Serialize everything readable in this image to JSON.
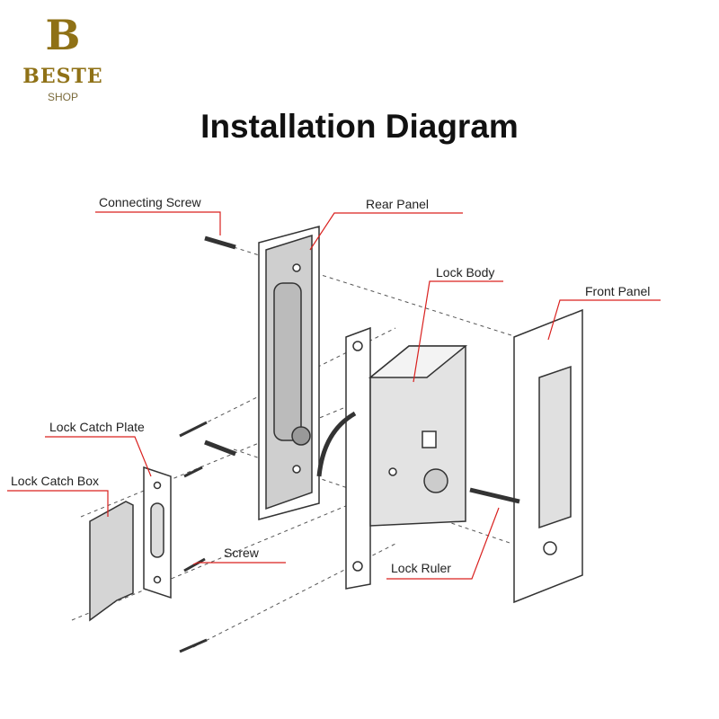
{
  "logo": {
    "initial": "B",
    "name": "BESTE",
    "sub": "SHOP",
    "color": "#8f7116"
  },
  "title": "Installation Diagram",
  "labels": {
    "connecting_screw": "Connecting Screw",
    "rear_panel": "Rear Panel",
    "lock_body": "Lock Body",
    "front_panel": "Front Panel",
    "lock_catch_plate": "Lock Catch Plate",
    "lock_catch_box": "Lock Catch Box",
    "screw": "Screw",
    "lock_ruler": "Lock Ruler"
  },
  "colors": {
    "leader": "#d9211f",
    "part_fill": "#cfcfcf",
    "outline": "#333333"
  }
}
